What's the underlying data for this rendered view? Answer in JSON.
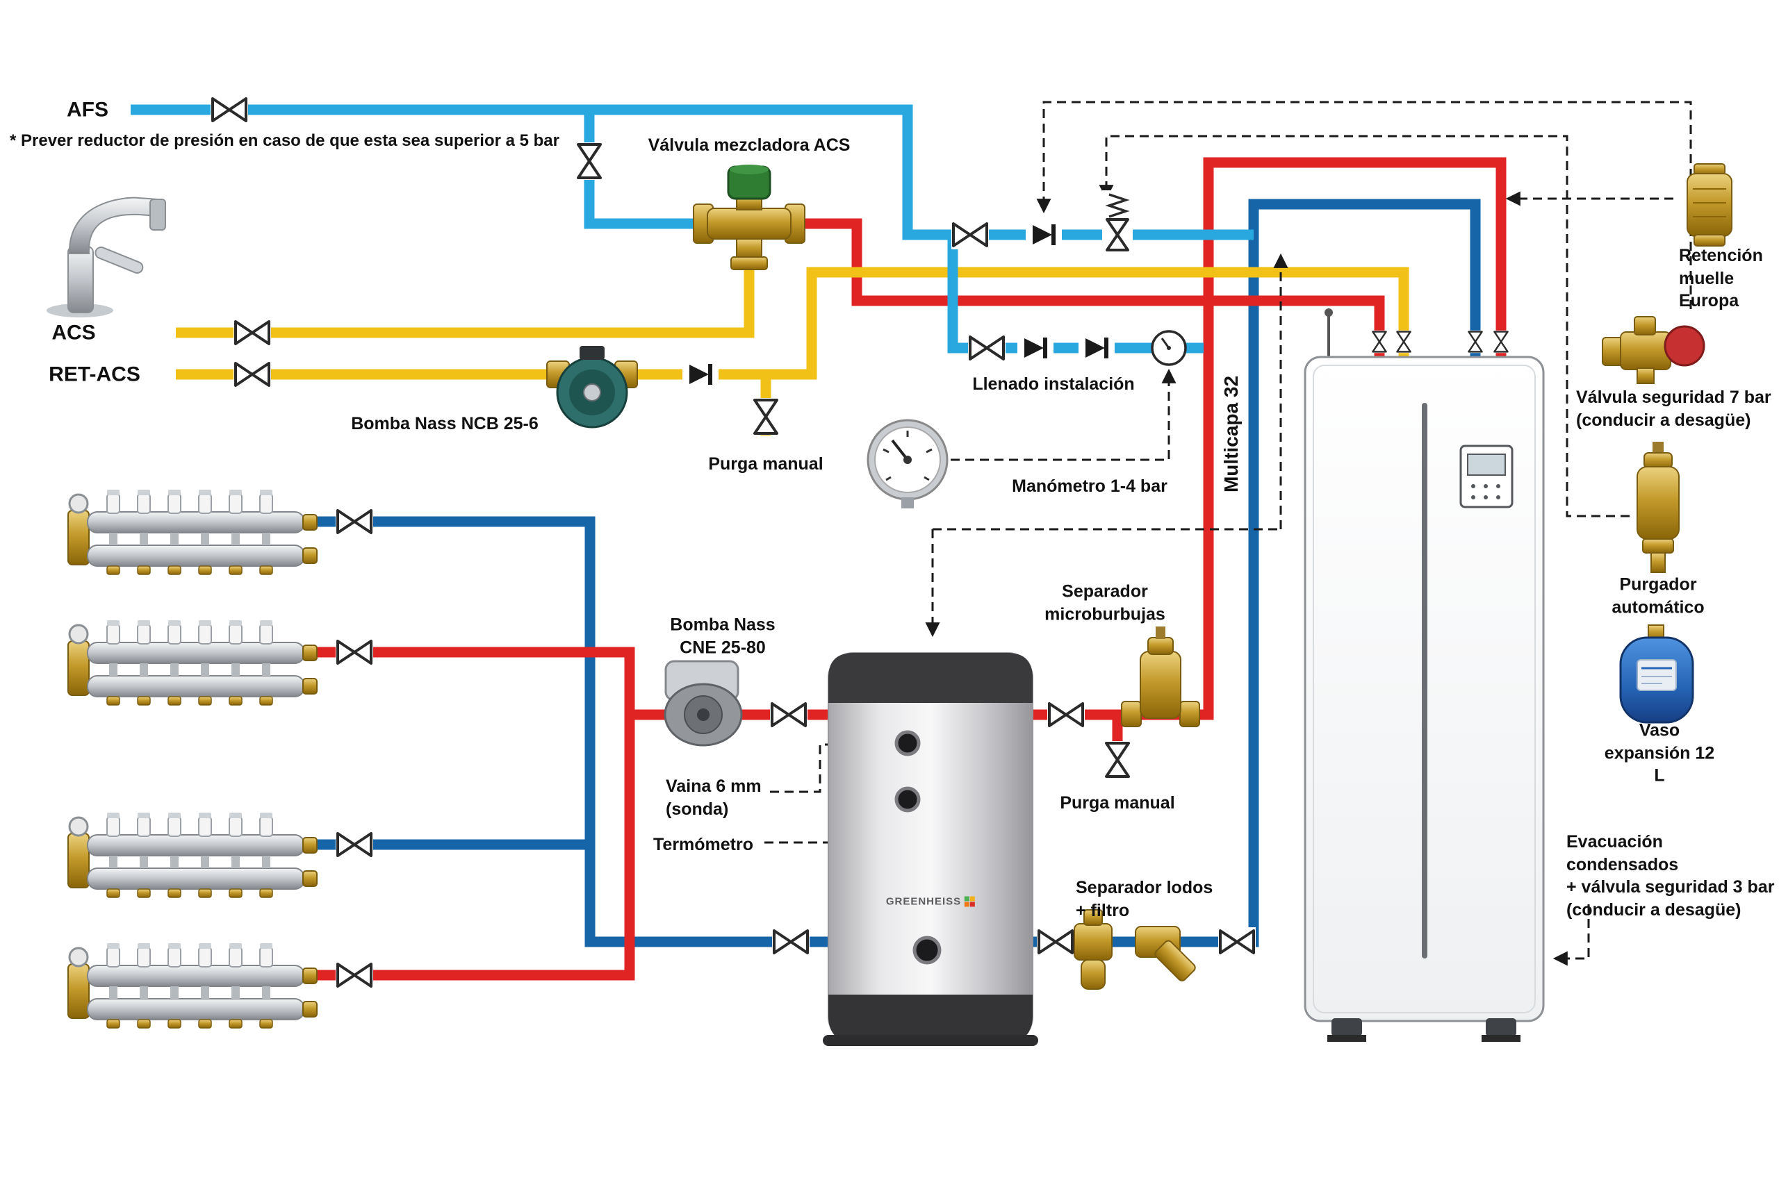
{
  "diagram": {
    "labels": {
      "afs": "AFS",
      "note": "* Prever reductor de presión en caso de que esta sea superior a 5 bar",
      "valvula_mezcladora": "Válvula mezcladora ACS",
      "acs": "ACS",
      "ret_acs": "RET-ACS",
      "bomba_ncb": "Bomba Nass NCB 25-6",
      "purga_manual_top": "Purga manual",
      "llenado": "Llenado instalación",
      "manometro": "Manómetro 1-4 bar",
      "multicapa": "Multicapa 32",
      "retencion": "Retención\nmuelle\nEuropa",
      "seguridad7": "Válvula seguridad 7 bar\n(conducir a desagüe)",
      "purgador": "Purgador automático",
      "vaso": "Vaso expansión 12 L",
      "evacuacion": "Evacuación condensados\n+ válvula seguridad 3 bar\n(conducir a desagüe)",
      "bomba_cne": "Bomba Nass\nCNE 25-80",
      "vaina": "Vaina 6 mm\n(sonda)",
      "termometro": "Termómetro",
      "sep_micro": "Separador\nmicroburbujas",
      "purga_manual_mid": "Purga manual",
      "sep_lodos": "Separador lodos\n+ filtro",
      "tank_logo": "GREENHEISS"
    },
    "colors": {
      "cold": "#29a8e0",
      "return": "#1565a8",
      "hot": "#e02424",
      "dhw": "#f2c118"
    }
  }
}
